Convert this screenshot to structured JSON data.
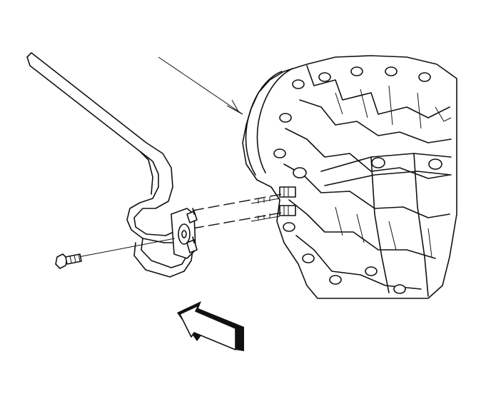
{
  "figure": {
    "background": "#ffffff",
    "line_color": "#111111",
    "components": [
      "transmission-housing",
      "cooler-line-assembly",
      "retaining-bolt",
      "view-direction-arrow"
    ]
  }
}
